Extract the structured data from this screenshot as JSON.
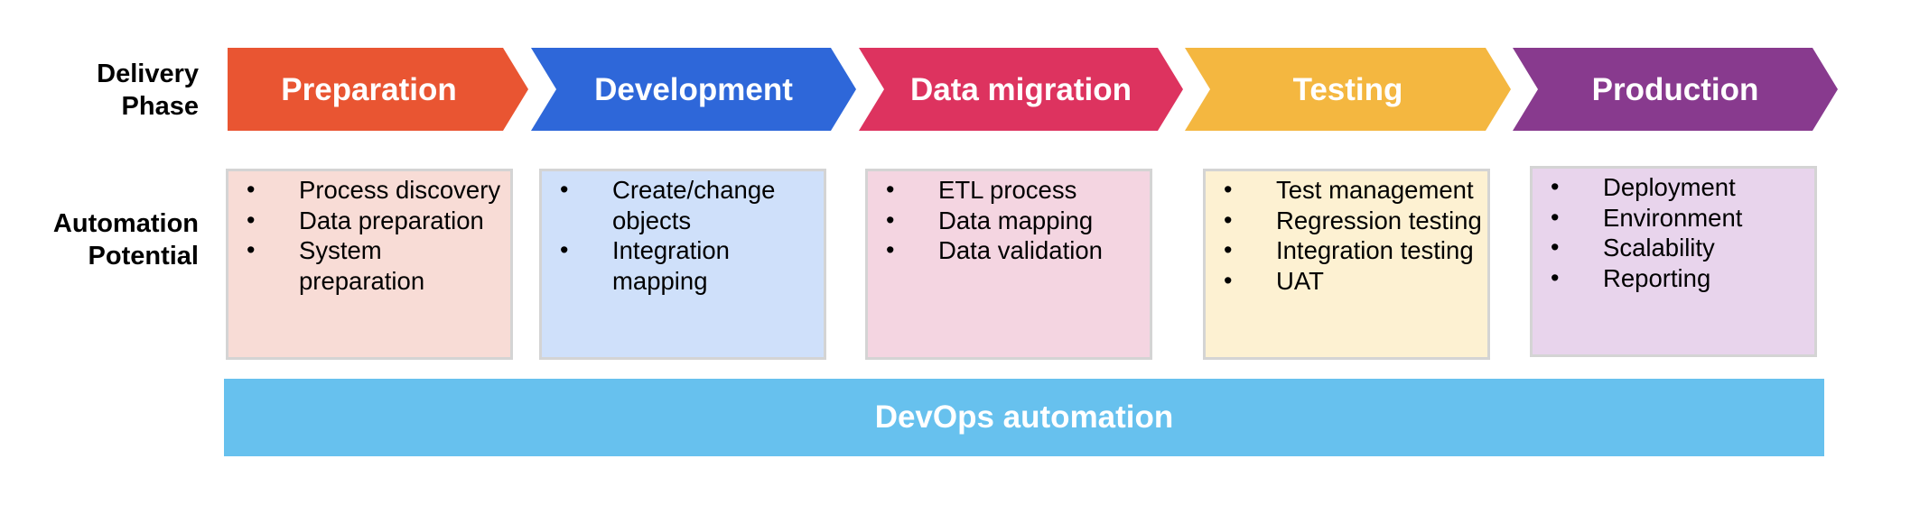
{
  "row_labels": {
    "delivery": "Delivery\nPhase",
    "automation": "Automation\nPotential"
  },
  "phases": [
    {
      "name": "Preparation",
      "color": "#e95532",
      "box_color": "#f8dcd6",
      "items": [
        "Process discovery",
        "Data preparation",
        "System\npreparation"
      ]
    },
    {
      "name": "Development",
      "color": "#2e67d9",
      "box_color": "#cfe0fa",
      "items": [
        "Create/change\nobjects",
        "Integration\nmapping"
      ]
    },
    {
      "name": "Data migration",
      "color": "#dd335f",
      "box_color": "#f4d5e1",
      "items": [
        "ETL process",
        "Data mapping",
        "Data validation"
      ]
    },
    {
      "name": "Testing",
      "color": "#f4b740",
      "box_color": "#fdf1d2",
      "items": [
        "Test management",
        "Regression testing",
        "Integration testing",
        "UAT"
      ]
    },
    {
      "name": "Production",
      "color": "#883a8e",
      "box_color": "#e8d4ec",
      "items": [
        "Deployment",
        "Environment",
        "Scalability",
        "Reporting"
      ]
    }
  ],
  "bullet": "•",
  "devops": {
    "label": "DevOps automation",
    "color": "#67c1ee"
  }
}
